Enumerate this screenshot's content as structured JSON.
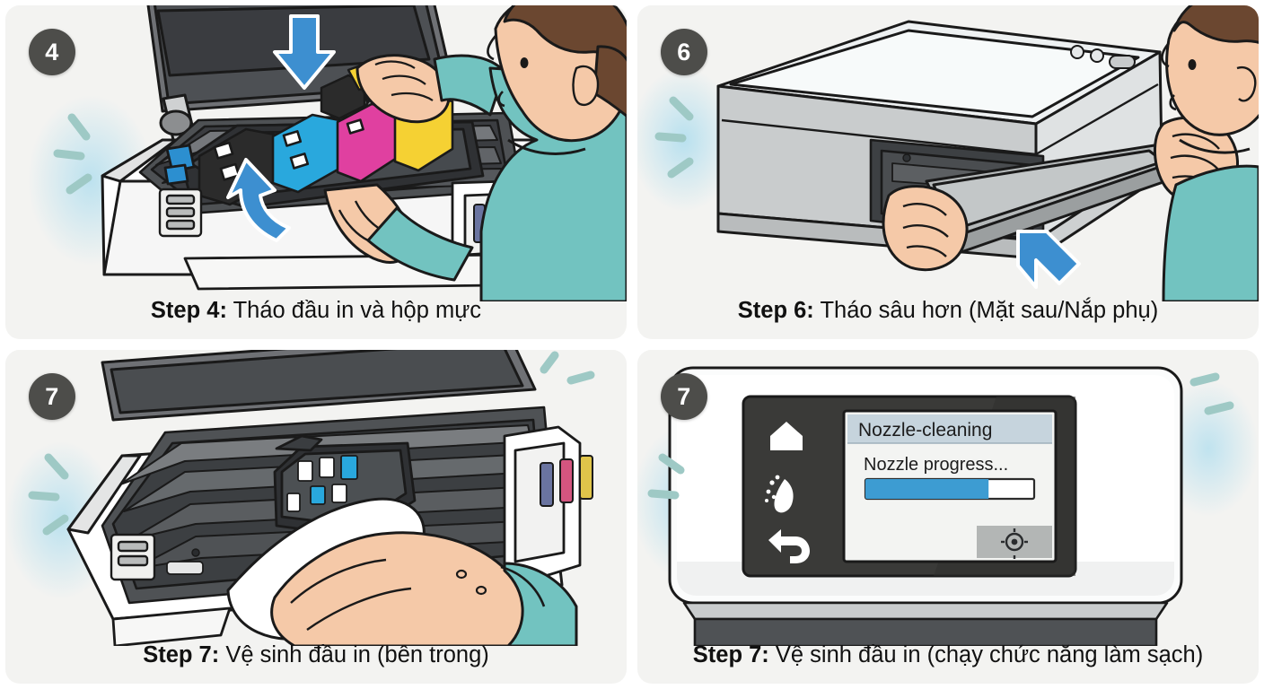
{
  "page": {
    "type": "printer-maintenance-illustration-grid",
    "background_color": "#ffffff",
    "panel_background": "#f3f3f1",
    "badge_color": "#4d4d4a",
    "accent_blue": "#3d8fd0",
    "sparkle_color": "#9ec9c5",
    "shirt_color": "#72c3c0",
    "skin_color": "#f5c9a8",
    "hair_color": "#6b4730"
  },
  "panels": [
    {
      "badge": "4",
      "caption_label": "Step 4:",
      "caption_text": "Tháo đầu in và hộp mực",
      "scene": "printhead-and-cartridge-removal",
      "cartridge_colors": [
        "#2b2b2b",
        "#29a8dd",
        "#e040a0",
        "#f5d133"
      ],
      "ink_tank_colors": [
        "#6a74a0",
        "#d4557f",
        "#e0c54a"
      ]
    },
    {
      "badge": "6",
      "caption_label": "Step 6:",
      "caption_text": "Tháo sâu hơn (Mặt sau/Nắp phụ)",
      "scene": "rear-cover-removal",
      "ink_tank_colors": []
    },
    {
      "badge": "7",
      "caption_label": "Step 7:",
      "caption_text": "Vệ sinh đầu in (bên trong)",
      "scene": "wipe-printhead-inside",
      "cartridge_colors": [
        "#ffffff",
        "#29a8dd",
        "#29a8dd"
      ],
      "ink_tank_colors": [
        "#6a74a0",
        "#d4557f",
        "#e0c54a"
      ]
    },
    {
      "badge": "7",
      "caption_label": "Step 7:",
      "caption_text": "Vệ sinh đầu in (chạy chức năng làm sạch)",
      "scene": "control-panel-nozzle-cleaning"
    }
  ],
  "lcd": {
    "title": "Nozzle-cleaning",
    "body_text": "Nozzle progress...",
    "progress_percent": 73,
    "progress_fill_color": "#3d9cd2",
    "title_bar_color": "#c6d4dd",
    "screen_bg": "#f3f4f2",
    "bezel_color": "#3a3a38",
    "side_buttons": [
      "home-icon",
      "nozzle-clean-icon",
      "back-arrow-icon"
    ],
    "corner_button": "settings-icon"
  }
}
